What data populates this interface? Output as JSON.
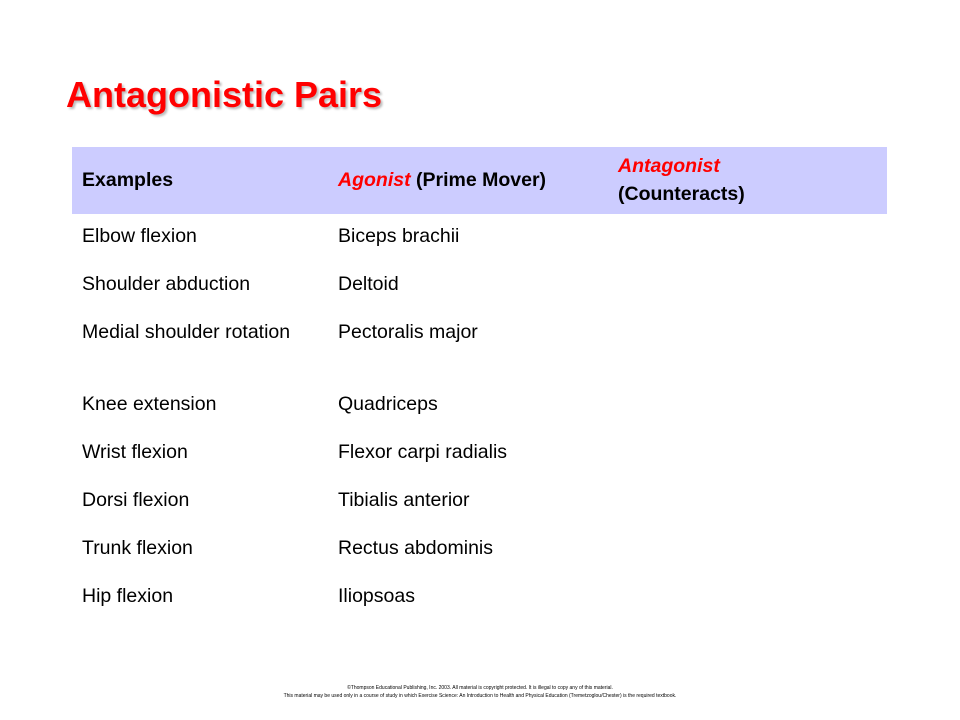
{
  "slide": {
    "title": "Antagonistic Pairs"
  },
  "table": {
    "headers": {
      "examples": "Examples",
      "agonist_em": "Agonist",
      "agonist_rest": " (Prime Mover)",
      "antagonist_em": "Antagonist",
      "antagonist_rest": "(Counteracts)"
    },
    "rows": [
      {
        "example": "Elbow flexion",
        "agonist": "Biceps brachii",
        "antagonist": ""
      },
      {
        "example": "Shoulder abduction",
        "agonist": "Deltoid",
        "antagonist": ""
      },
      {
        "example": "Medial shoulder rotation",
        "agonist": "Pectoralis major",
        "antagonist": ""
      },
      {
        "example": "Knee extension",
        "agonist": "Quadriceps",
        "antagonist": ""
      },
      {
        "example": "Wrist flexion",
        "agonist": "Flexor carpi radialis",
        "antagonist": ""
      },
      {
        "example": "Dorsi flexion",
        "agonist": "Tibialis anterior",
        "antagonist": ""
      },
      {
        "example": "Trunk flexion",
        "agonist": "Rectus abdominis",
        "antagonist": ""
      },
      {
        "example": "Hip flexion",
        "agonist": "Iliopsoas",
        "antagonist": ""
      }
    ]
  },
  "footer": {
    "line1": "©Thompson Educational Publishing, Inc. 2003. All material is copyright protected. It is illegal to copy any of this material.",
    "line2": "This material may be used only in a course of study in which Exercise Science: An Introduction to Health and Physical Education (Tremetzoglou/Chester) is the required textbook."
  },
  "colors": {
    "title": "#ff0000",
    "header_background": "#ccccff",
    "accent_text": "#ff0000",
    "body_text": "#000000"
  }
}
